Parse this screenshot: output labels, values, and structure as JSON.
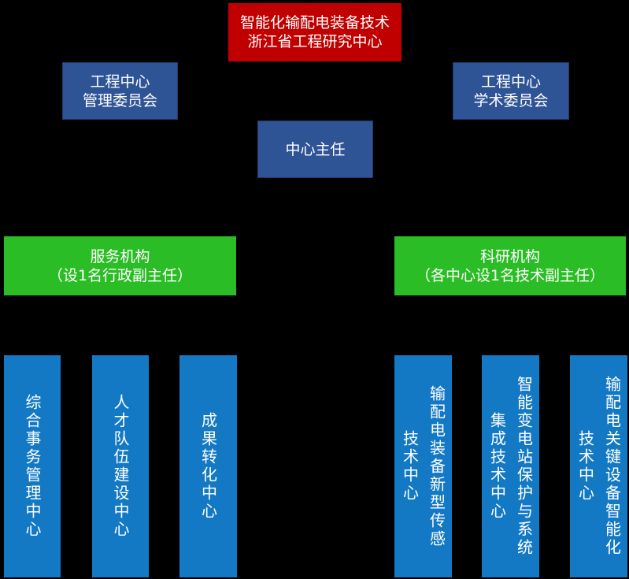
{
  "root": {
    "line1": "智能化输配电装备技术",
    "line2": "浙江省工程研究中心"
  },
  "management_committee": {
    "line1": "工程中心",
    "line2": "管理委员会"
  },
  "academic_committee": {
    "line1": "工程中心",
    "line2": "学术委员会"
  },
  "director": {
    "label": "中心主任"
  },
  "service_org": {
    "line1": "服务机构",
    "line2": "（设1名行政副主任）"
  },
  "research_org": {
    "line1": "科研机构",
    "line2": "（各中心设1名技术副主任）"
  },
  "service_units": [
    {
      "label": "综合事务管理中心"
    },
    {
      "label": "人才队伍建设中心"
    },
    {
      "label": "成果转化中心"
    }
  ],
  "research_units": [
    {
      "col1": "输配电装备新型传感",
      "col2": "技术中心"
    },
    {
      "col1": "智能变电站保护与系统",
      "col2": "集成技术中心"
    },
    {
      "col1": "输配电关键设备智能化",
      "col2": "技术中心"
    }
  ],
  "colors": {
    "background": "#000000",
    "root": "#c00000",
    "committee": "#2f5496",
    "org": "#2bbd25",
    "unit": "#1479c4",
    "text": "#ffffff"
  }
}
